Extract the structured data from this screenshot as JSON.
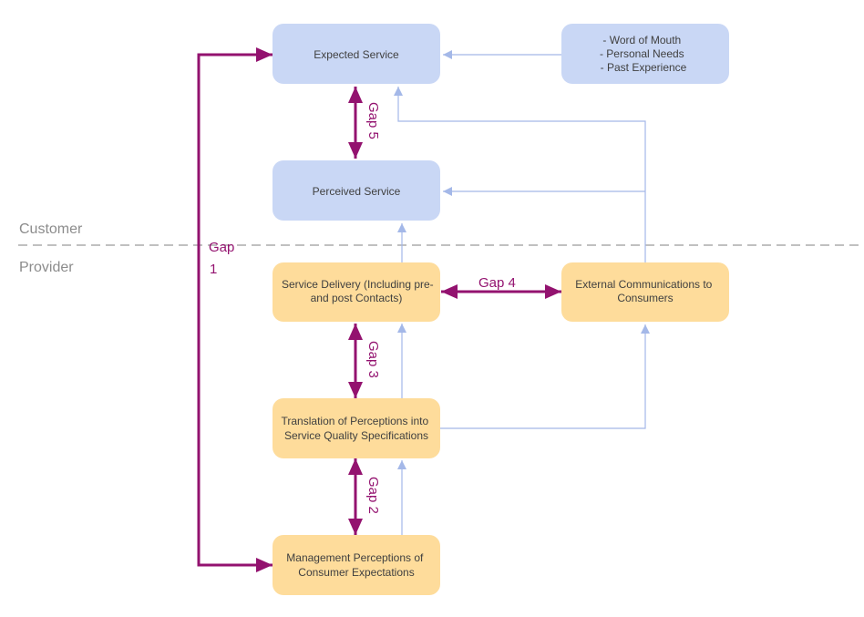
{
  "colors": {
    "customer_box": "#c9d7f5",
    "provider_box": "#fedc9b",
    "flow_arrow": "#a4b8e8",
    "gap_arrow": "#93126f",
    "divider": "#9a9a9a",
    "zone_text": "#8c8c8c",
    "node_text": "#404040"
  },
  "zones": {
    "customer": "Customer",
    "provider": "Provider"
  },
  "nodes": {
    "expected_service": "Expected Service",
    "perceived_service": "Perceived Service",
    "influences": [
      "- Word of Mouth",
      "- Personal Needs",
      "- Past Experience"
    ],
    "service_delivery": [
      "Service Delivery (Including pre-",
      "and post Contacts)"
    ],
    "external_comms": [
      "External Communications to",
      "Consumers"
    ],
    "translation": [
      "Translation of Perceptions into",
      "Service Quality Specifications"
    ],
    "management": [
      "Management Perceptions of",
      "Consumer Expectations"
    ]
  },
  "gaps": {
    "gap1": [
      "Gap",
      "1"
    ],
    "gap2": "Gap 2",
    "gap3": "Gap 3",
    "gap4": "Gap 4",
    "gap5": "Gap 5"
  }
}
